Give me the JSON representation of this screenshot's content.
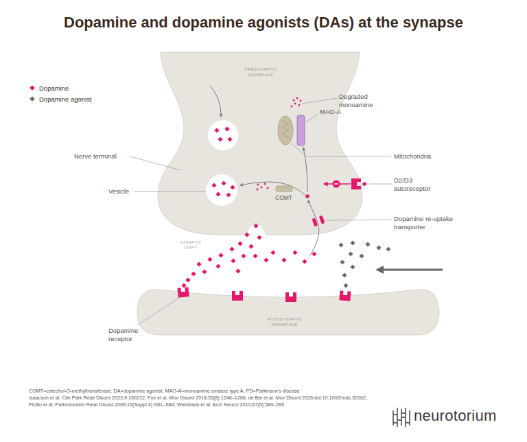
{
  "diagram": {
    "title": "Dopamine and dopamine agonists (DAs) at the synapse",
    "nodes": [
      {
        "text": [
          "PRESYNAPTIC MEMBRANE"
        ]
      },
      {
        "text": [
          "POSTSYNAPTIC MEMBRANE"
        ]
      }
    ],
    "labels": [
      "Degraded monoamine",
      "MAO-A",
      "Mitochondria",
      "Nerve terminal",
      "Vesicle",
      "COMT",
      "D2/D3 autoreceptor",
      "Dopamine re-uptake transporter",
      "SYNAPTIC CLEFT",
      "Dopamine receptor",
      "COMT=catechol-O-methyltransferase; DA=dopamine agonist; MAO-A=monoamine oxidase type A; PD=Parkinson’s disease",
      "Isaacson et al. Clin Park Relat Disord 2023;9:100212; Fox et al. Mov Disord 2018;33(8):1248–1266; de Bie et al. Mov Disord 2025;doi:10.1002/mds.30162; Picillo et al. Parkinsonism Relat Disord 2009;15(Suppl 4):S81–S84; Weintraub et al. Arch Neurol 2010;67(5):589–595",
      "neurotorium"
    ],
    "legend": [
      {
        "text": "Dopamine",
        "color": "#e5176a"
      },
      {
        "text": "Dopamine agonist",
        "color": "#6b6b6b"
      }
    ]
  }
}
